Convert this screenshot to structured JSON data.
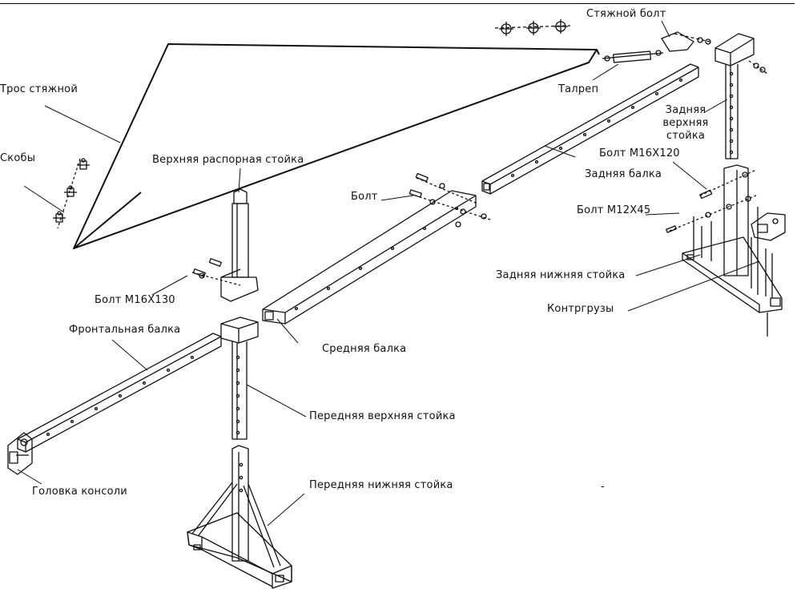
{
  "diagram": {
    "labels": {
      "tie_rope": "Трос стяжной",
      "brackets": "Скобы",
      "tension_bolt": "Стяжной болт",
      "turnbuckle": "Талреп",
      "rear_upper_post_line1": "Задняя",
      "rear_upper_post_line2": "верхняя",
      "rear_upper_post_line3": "стойка",
      "upper_spacer_post": "Верхняя распорная стойка",
      "bolt_m16x120": "Болт M16X120",
      "rear_beam": "Задняя балка",
      "bolt": "Болт",
      "bolt_m12x45": "Болт M12X45",
      "rear_lower_post": "Задняя нижняя стойка",
      "counterweights": "Контргрузы",
      "bolt_m16x130": "Болт  M16X130",
      "front_beam": "Фронтальная балка",
      "middle_beam": "Средняя балка",
      "front_upper_post": "Передняя верхняя стойка",
      "front_lower_post": "Передняя нижняя стойка",
      "console_head": "Головка консоли",
      "stray_mark": "-"
    }
  }
}
